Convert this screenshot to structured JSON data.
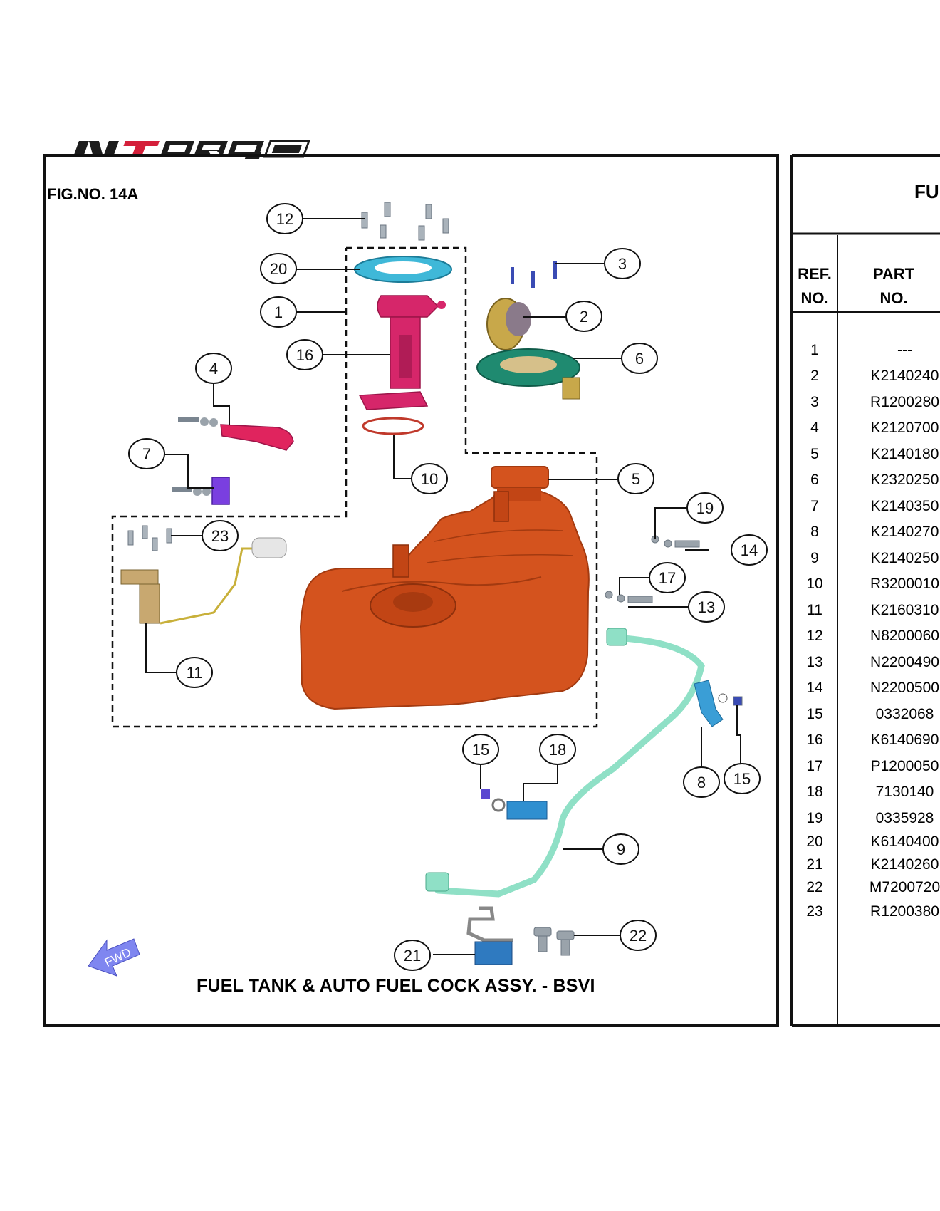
{
  "brand": {
    "logo_text": "NTORQ125",
    "logo_icon": "ntorq-125-logo-icon",
    "colors": {
      "dark": "#1a1a1a",
      "accent": "#d41f3a"
    }
  },
  "figure": {
    "fig_no": "FIG.NO. 14A",
    "caption": "FUEL TANK & AUTO FUEL COCK ASSY. - BSVI",
    "fwd_label": "FWD",
    "callouts": [
      "12",
      "20",
      "1",
      "16",
      "3",
      "2",
      "6",
      "4",
      "7",
      "10",
      "5",
      "23",
      "11",
      "19",
      "14",
      "17",
      "13",
      "15",
      "18",
      "8",
      "15",
      "9",
      "22",
      "21"
    ]
  },
  "table": {
    "title": "FU",
    "header_ref": [
      "REF.",
      "NO."
    ],
    "header_part": [
      "PART",
      "NO."
    ],
    "rows": [
      {
        "ref": "1",
        "part": "---"
      },
      {
        "ref": "2",
        "part": "K2140240"
      },
      {
        "ref": "3",
        "part": "R1200280"
      },
      {
        "ref": "4",
        "part": "K2120700"
      },
      {
        "ref": "5",
        "part": "K2140180"
      },
      {
        "ref": "6",
        "part": "K2320250"
      },
      {
        "ref": "7",
        "part": "K2140350"
      },
      {
        "ref": "8",
        "part": "K2140270"
      },
      {
        "ref": "9",
        "part": "K2140250"
      },
      {
        "ref": "10",
        "part": "R3200010"
      },
      {
        "ref": "11",
        "part": "K2160310"
      },
      {
        "ref": "12",
        "part": "N8200060"
      },
      {
        "ref": "13",
        "part": "N2200490"
      },
      {
        "ref": "14",
        "part": "N2200500"
      },
      {
        "ref": "15",
        "part": "0332068"
      },
      {
        "ref": "16",
        "part": "K6140690"
      },
      {
        "ref": "17",
        "part": "P1200050"
      },
      {
        "ref": "18",
        "part": "7130140"
      },
      {
        "ref": "19",
        "part": "0335928"
      },
      {
        "ref": "20",
        "part": "K6140400"
      },
      {
        "ref": "21",
        "part": "K2140260"
      },
      {
        "ref": "22",
        "part": "M7200720"
      },
      {
        "ref": "23",
        "part": "R1200380"
      }
    ]
  }
}
